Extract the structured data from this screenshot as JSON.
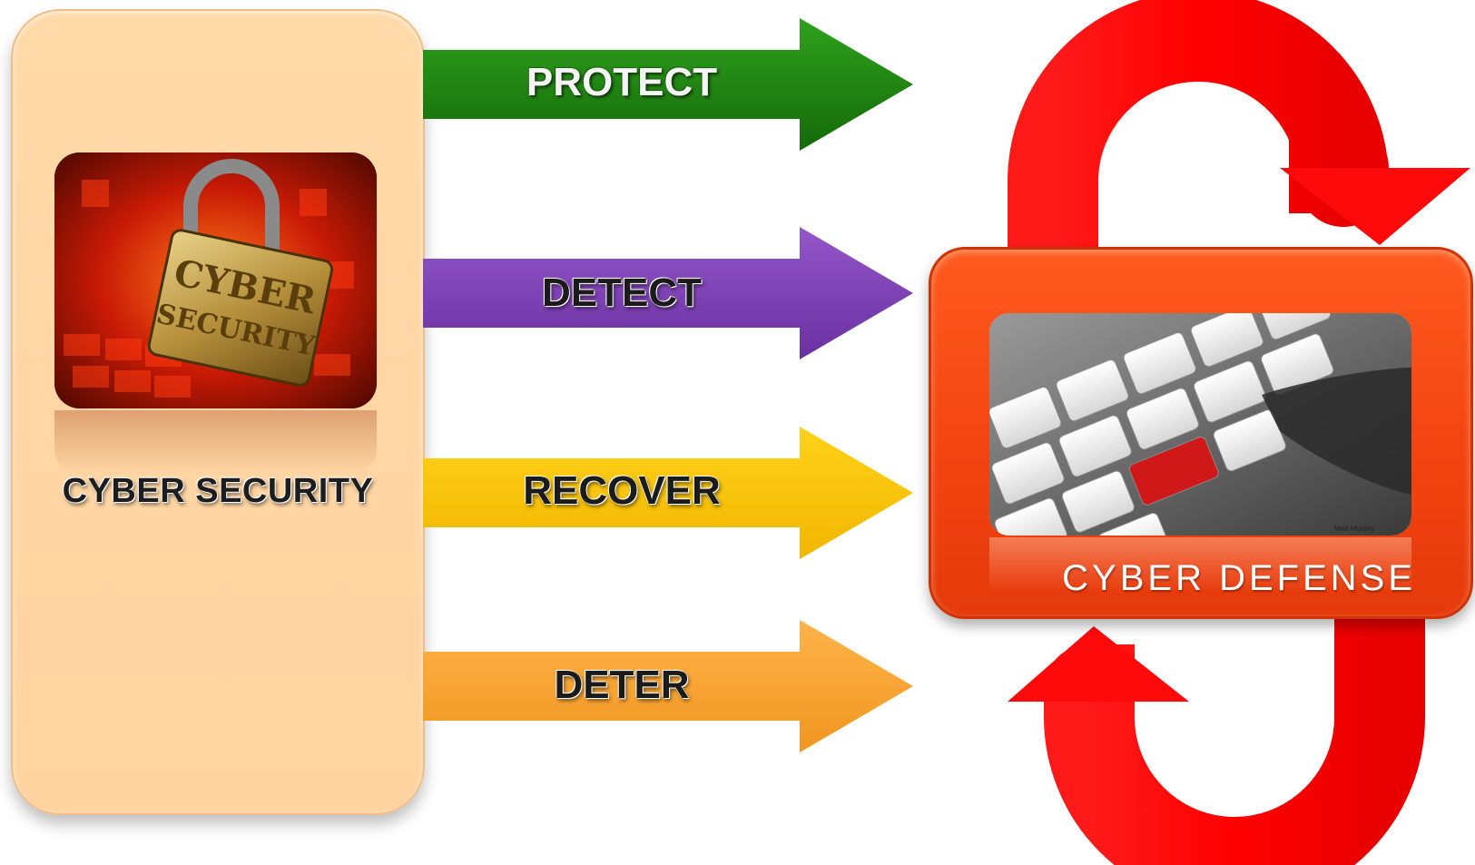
{
  "left_panel": {
    "label": "CYBER SECURITY",
    "image_text": "CYBER SECURITY",
    "color": "#ffd6a4"
  },
  "arrows": [
    {
      "label": "PROTECT",
      "color": "#1e7d12"
    },
    {
      "label": "DETECT",
      "color": "#7a3fb0"
    },
    {
      "label": "RECOVER",
      "color": "#ffc400"
    },
    {
      "label": "DETER",
      "color": "#f7a531"
    }
  ],
  "right_panel": {
    "label": "CYBER DEFENSE",
    "image_credit": "Matt Murphy",
    "color": "#ff4b14"
  },
  "loop": {
    "color": "#ff0f0f",
    "icon": "cycle-arrows-icon"
  }
}
